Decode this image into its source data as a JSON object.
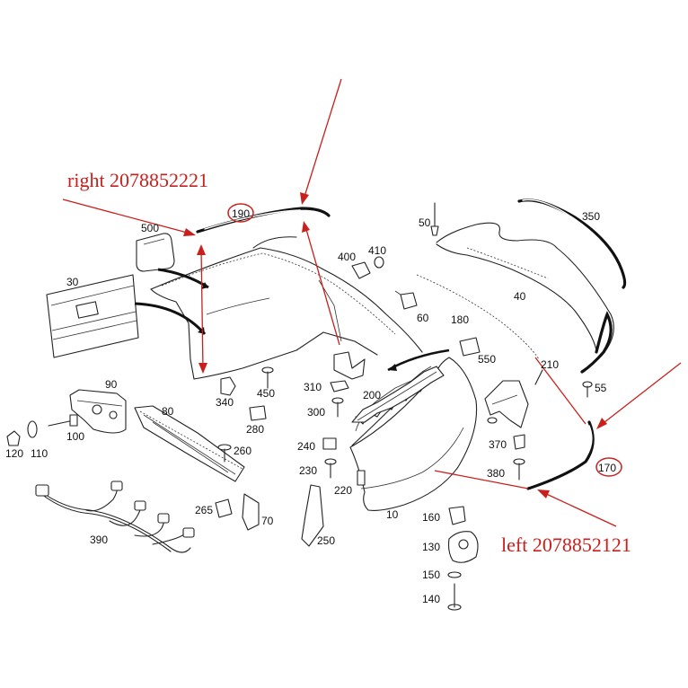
{
  "labels": {
    "p10": "10",
    "p30": "30",
    "p40": "40",
    "p50": "50",
    "p55": "55",
    "p60": "60",
    "p70": "70",
    "p80": "80",
    "p90": "90",
    "p100": "100",
    "p110": "110",
    "p120": "120",
    "p130": "130",
    "p140": "140",
    "p150": "150",
    "p160": "160",
    "p170": "170",
    "p180": "180",
    "p190": "190",
    "p200": "200",
    "p210": "210",
    "p220": "220",
    "p230": "230",
    "p240": "240",
    "p250": "250",
    "p260": "260",
    "p265": "265",
    "p280": "280",
    "p300": "300",
    "p310": "310",
    "p340": "340",
    "p350": "350",
    "p370": "370",
    "p380": "380",
    "p390": "390",
    "p400": "400",
    "p410": "410",
    "p450": "450",
    "p500": "500",
    "p550": "550"
  },
  "callouts": {
    "right": "right 2078852221",
    "left": "left 2078852121"
  },
  "colors": {
    "callout": "#c8201c",
    "line": "#222222",
    "background": "#ffffff"
  }
}
